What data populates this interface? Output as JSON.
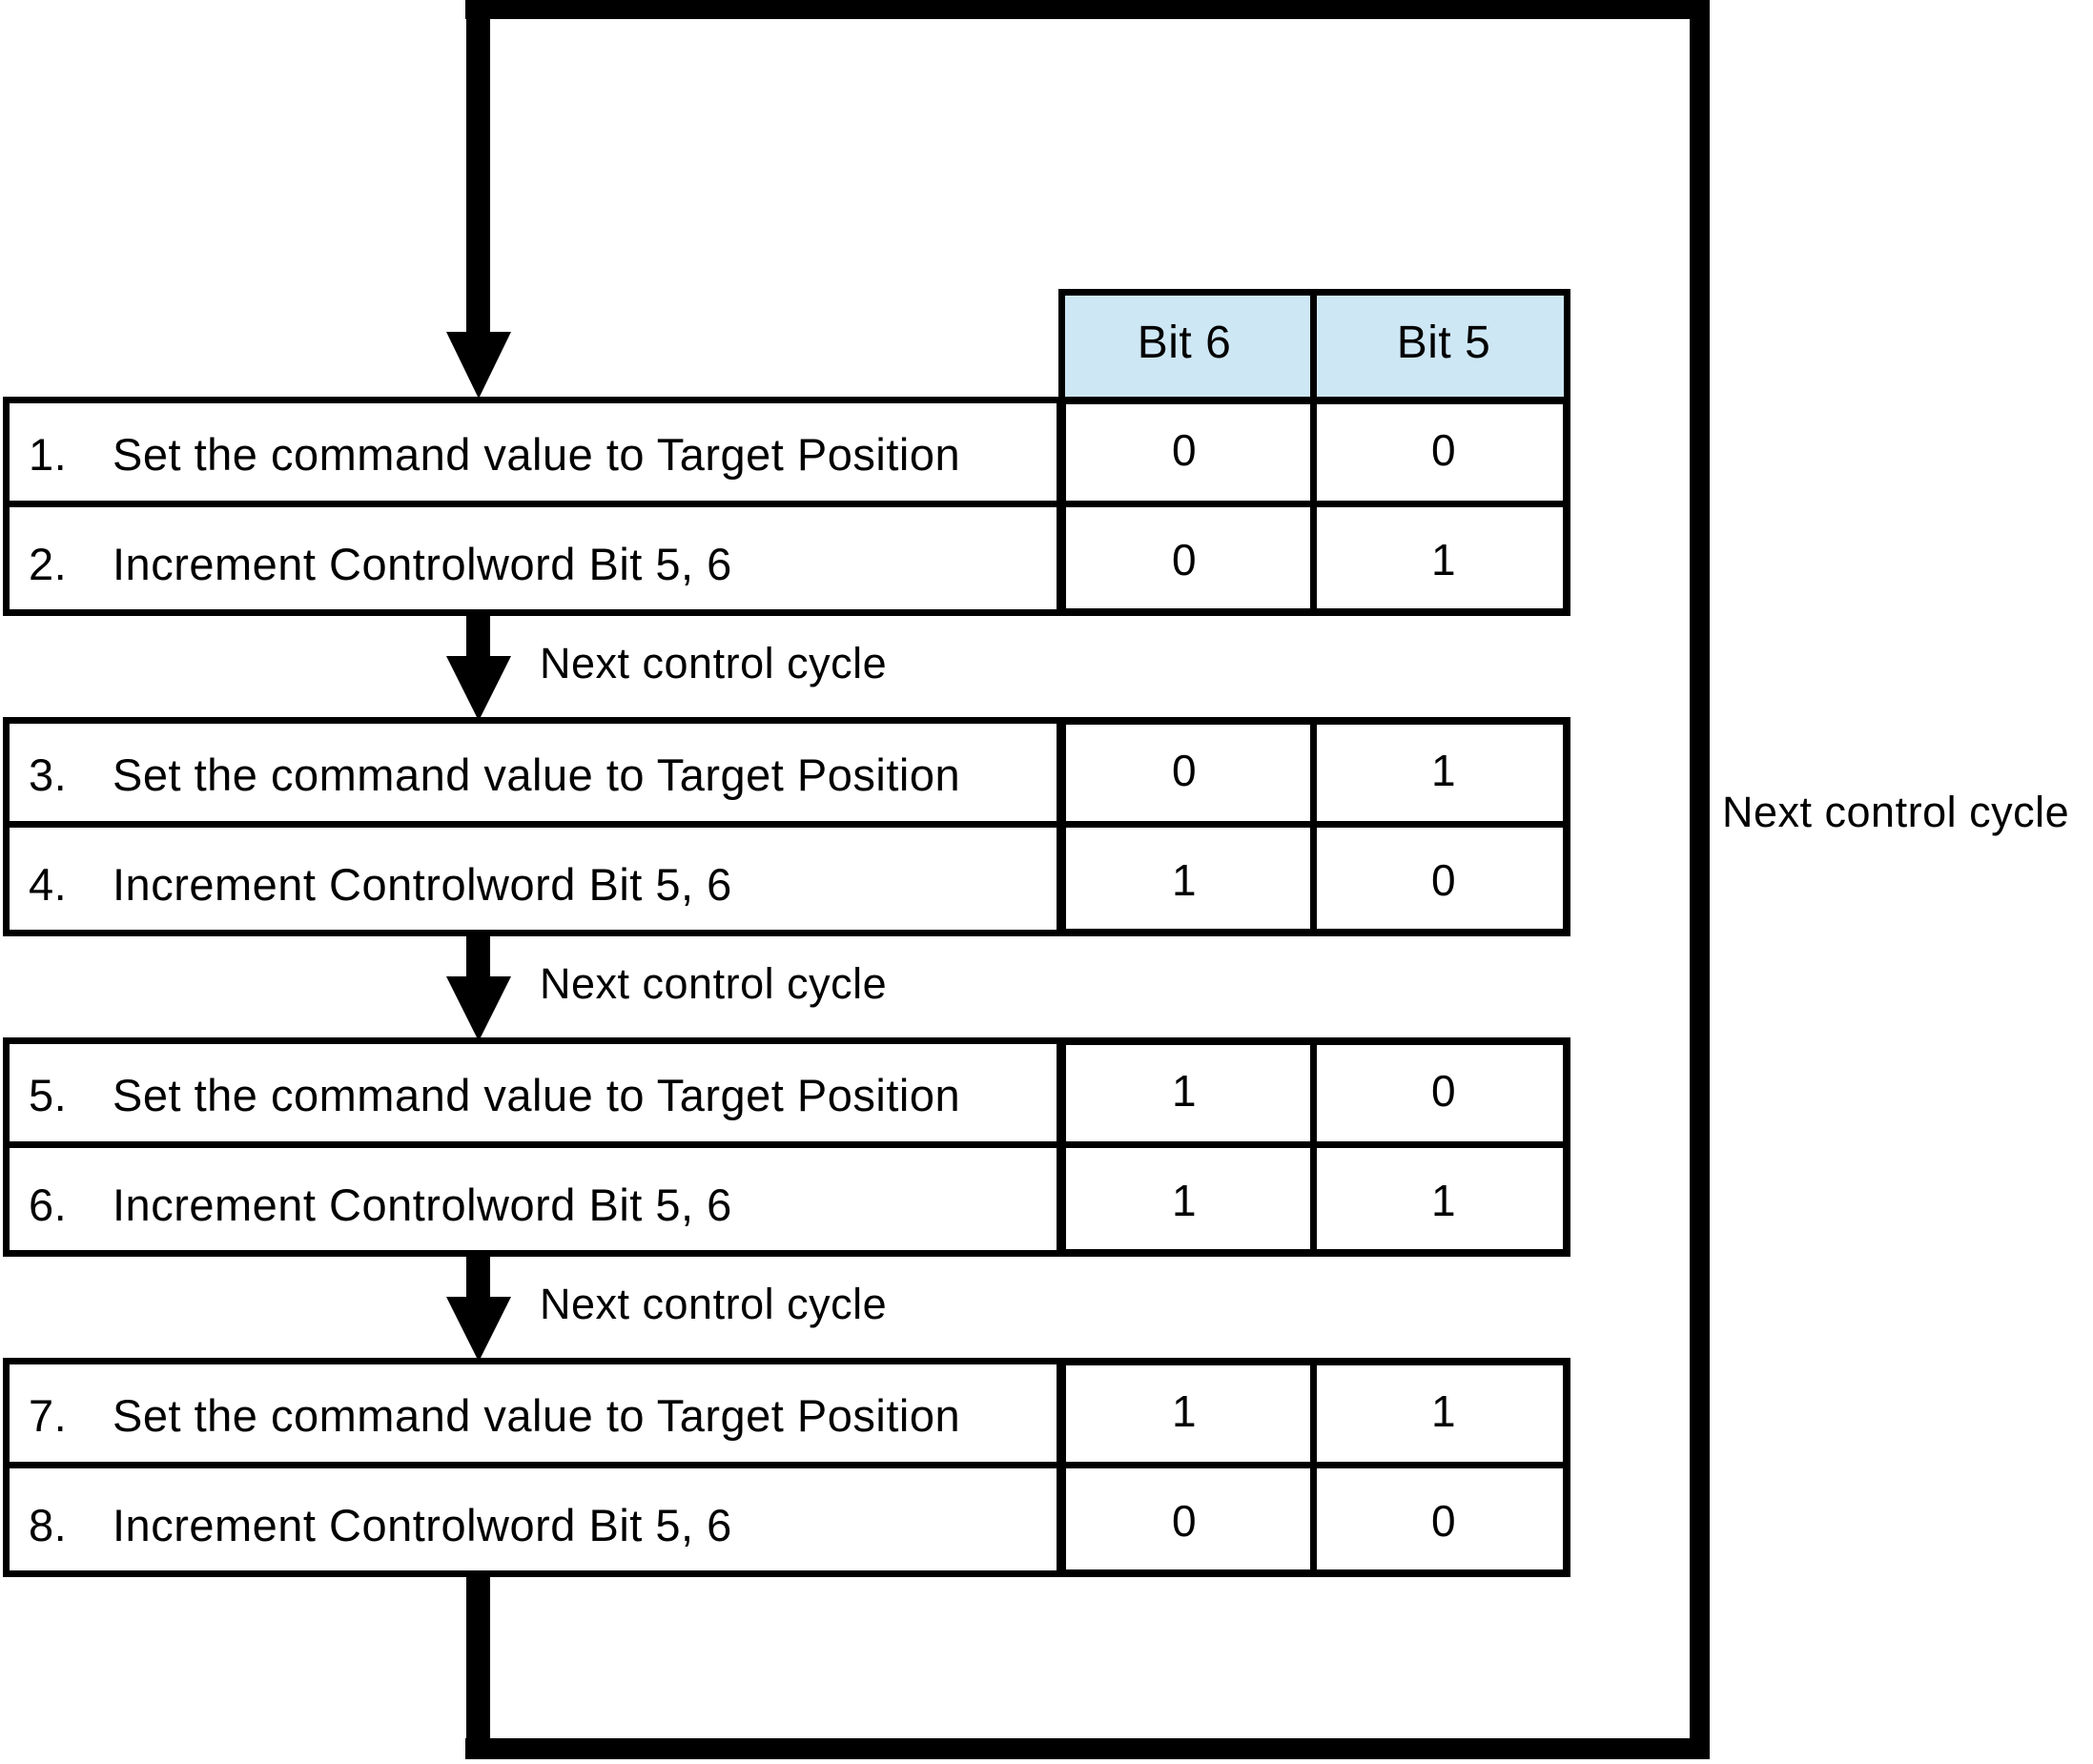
{
  "steps": [
    {
      "num": "1.",
      "label": "Set the command value to Target Position",
      "bit6": "0",
      "bit5": "0"
    },
    {
      "num": "2.",
      "label": "Increment Controlword Bit 5, 6",
      "bit6": "0",
      "bit5": "1"
    },
    {
      "num": "3.",
      "label": "Set the command value to Target Position",
      "bit6": "0",
      "bit5": "1"
    },
    {
      "num": "4.",
      "label": "Increment Controlword Bit 5, 6",
      "bit6": "1",
      "bit5": "0"
    },
    {
      "num": "5.",
      "label": "Set the command value to Target Position",
      "bit6": "1",
      "bit5": "0"
    },
    {
      "num": "6.",
      "label": "Increment Controlword Bit 5, 6",
      "bit6": "1",
      "bit5": "1"
    },
    {
      "num": "7.",
      "label": "Set the command value to Target Position",
      "bit6": "1",
      "bit5": "1"
    },
    {
      "num": "8.",
      "label": "Increment Controlword Bit 5, 6",
      "bit6": "0",
      "bit5": "0"
    }
  ],
  "bit_table": {
    "headers": [
      "Bit 6",
      "Bit 5"
    ]
  },
  "labels": {
    "next_control_cycle": "Next control cycle",
    "outer_next_control_cycle": "Next control cycle"
  },
  "colors": {
    "header_fill": "#cee7f5",
    "line": "#000000"
  }
}
